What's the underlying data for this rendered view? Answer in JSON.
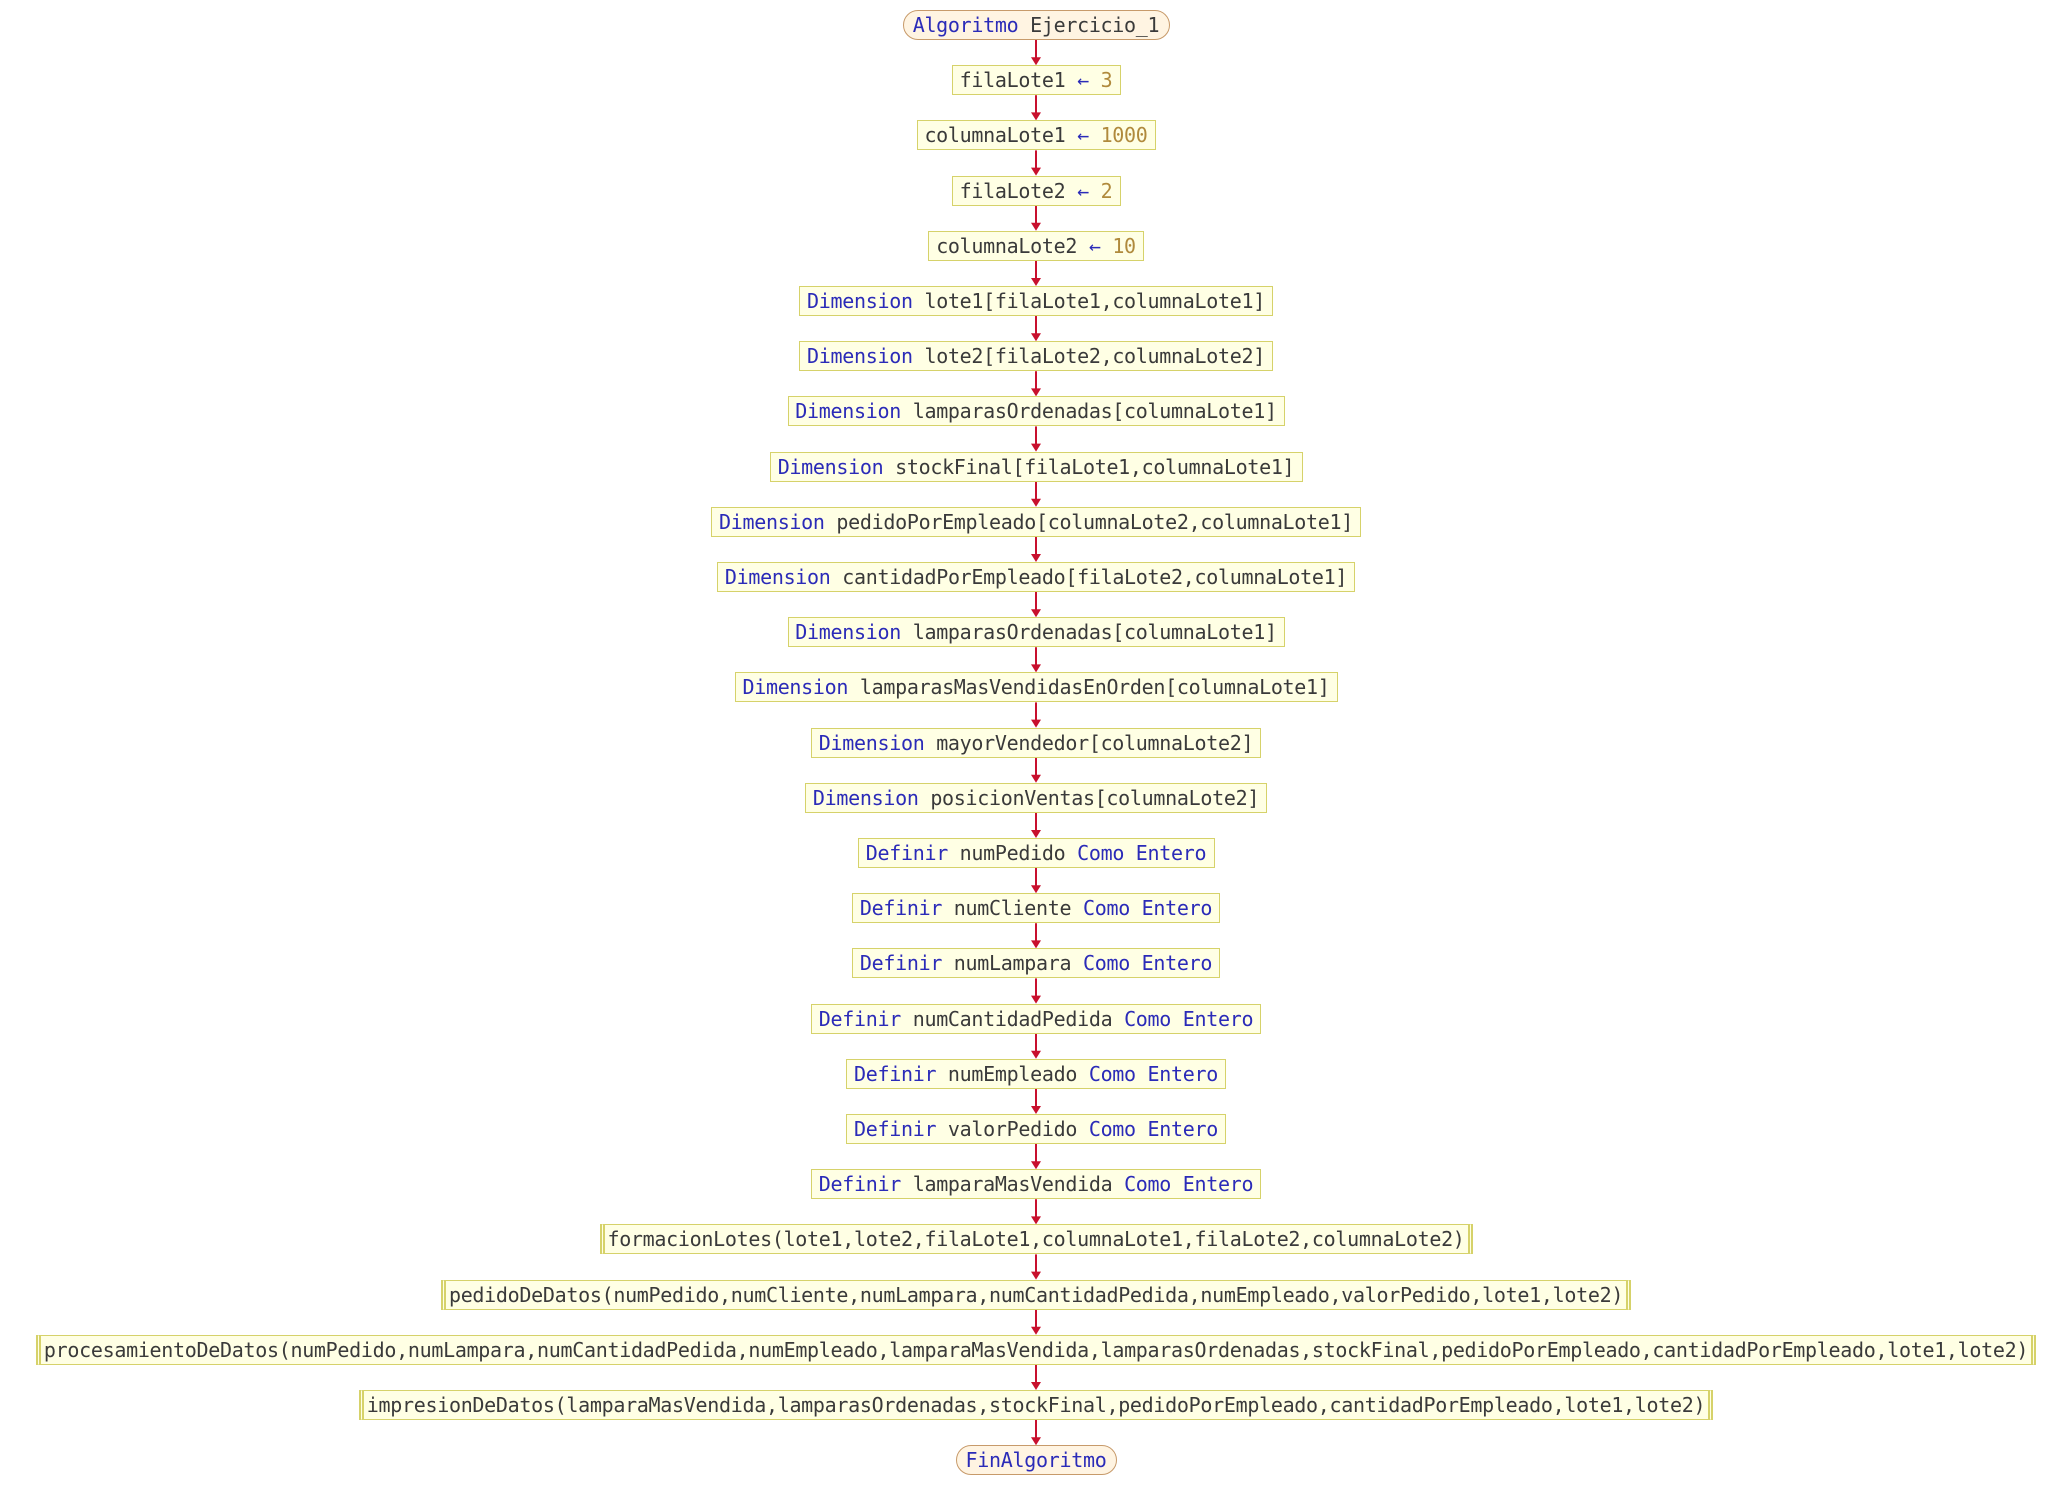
{
  "diagram": {
    "colors": {
      "keyword": "#2b2bb8",
      "number": "#b08a3c",
      "text": "#3a3a3a",
      "edge": "#c8102e",
      "box_border": "#d6d26a",
      "box_fill": "#ffffe4"
    },
    "nodes": [
      {
        "type": "terminal",
        "parts": [
          {
            "t": "Algoritmo",
            "c": "kw"
          },
          {
            "t": " Ejercicio_1",
            "c": "txt"
          }
        ]
      },
      {
        "type": "assign",
        "parts": [
          {
            "t": "filaLote1 ",
            "c": "txt"
          },
          {
            "t": "←",
            "c": "arrowop"
          },
          {
            "t": " 3",
            "c": "num"
          }
        ]
      },
      {
        "type": "assign",
        "parts": [
          {
            "t": "columnaLote1 ",
            "c": "txt"
          },
          {
            "t": "←",
            "c": "arrowop"
          },
          {
            "t": " 1000",
            "c": "num"
          }
        ]
      },
      {
        "type": "assign",
        "parts": [
          {
            "t": "filaLote2 ",
            "c": "txt"
          },
          {
            "t": "←",
            "c": "arrowop"
          },
          {
            "t": " 2",
            "c": "num"
          }
        ]
      },
      {
        "type": "assign",
        "parts": [
          {
            "t": "columnaLote2 ",
            "c": "txt"
          },
          {
            "t": "←",
            "c": "arrowop"
          },
          {
            "t": " 10",
            "c": "num"
          }
        ]
      },
      {
        "type": "process",
        "parts": [
          {
            "t": "Dimension",
            "c": "kw"
          },
          {
            "t": " lote1[filaLote1,columnaLote1]",
            "c": "txt"
          }
        ]
      },
      {
        "type": "process",
        "parts": [
          {
            "t": "Dimension",
            "c": "kw"
          },
          {
            "t": " lote2[filaLote2,columnaLote2]",
            "c": "txt"
          }
        ]
      },
      {
        "type": "process",
        "parts": [
          {
            "t": "Dimension",
            "c": "kw"
          },
          {
            "t": " lamparasOrdenadas[columnaLote1]",
            "c": "txt"
          }
        ]
      },
      {
        "type": "process",
        "parts": [
          {
            "t": "Dimension",
            "c": "kw"
          },
          {
            "t": " stockFinal[filaLote1,columnaLote1]",
            "c": "txt"
          }
        ]
      },
      {
        "type": "process",
        "parts": [
          {
            "t": "Dimension",
            "c": "kw"
          },
          {
            "t": " pedidoPorEmpleado[columnaLote2,columnaLote1]",
            "c": "txt"
          }
        ]
      },
      {
        "type": "process",
        "parts": [
          {
            "t": "Dimension",
            "c": "kw"
          },
          {
            "t": " cantidadPorEmpleado[filaLote2,columnaLote1]",
            "c": "txt"
          }
        ]
      },
      {
        "type": "process",
        "parts": [
          {
            "t": "Dimension",
            "c": "kw"
          },
          {
            "t": " lamparasOrdenadas[columnaLote1]",
            "c": "txt"
          }
        ]
      },
      {
        "type": "process",
        "parts": [
          {
            "t": "Dimension",
            "c": "kw"
          },
          {
            "t": " lamparasMasVendidasEnOrden[columnaLote1]",
            "c": "txt"
          }
        ]
      },
      {
        "type": "process",
        "parts": [
          {
            "t": "Dimension",
            "c": "kw"
          },
          {
            "t": " mayorVendedor[columnaLote2]",
            "c": "txt"
          }
        ]
      },
      {
        "type": "process",
        "parts": [
          {
            "t": "Dimension",
            "c": "kw"
          },
          {
            "t": " posicionVentas[columnaLote2]",
            "c": "txt"
          }
        ]
      },
      {
        "type": "process",
        "parts": [
          {
            "t": "Definir",
            "c": "kw"
          },
          {
            "t": " numPedido ",
            "c": "txt"
          },
          {
            "t": "Como Entero",
            "c": "kw"
          }
        ]
      },
      {
        "type": "process",
        "parts": [
          {
            "t": "Definir",
            "c": "kw"
          },
          {
            "t": " numCliente ",
            "c": "txt"
          },
          {
            "t": "Como Entero",
            "c": "kw"
          }
        ]
      },
      {
        "type": "process",
        "parts": [
          {
            "t": "Definir",
            "c": "kw"
          },
          {
            "t": " numLampara ",
            "c": "txt"
          },
          {
            "t": "Como Entero",
            "c": "kw"
          }
        ]
      },
      {
        "type": "process",
        "parts": [
          {
            "t": "Definir",
            "c": "kw"
          },
          {
            "t": " numCantidadPedida ",
            "c": "txt"
          },
          {
            "t": "Como Entero",
            "c": "kw"
          }
        ]
      },
      {
        "type": "process",
        "parts": [
          {
            "t": "Definir",
            "c": "kw"
          },
          {
            "t": " numEmpleado ",
            "c": "txt"
          },
          {
            "t": "Como Entero",
            "c": "kw"
          }
        ]
      },
      {
        "type": "process",
        "parts": [
          {
            "t": "Definir",
            "c": "kw"
          },
          {
            "t": " valorPedido ",
            "c": "txt"
          },
          {
            "t": "Como Entero",
            "c": "kw"
          }
        ]
      },
      {
        "type": "process",
        "parts": [
          {
            "t": "Definir",
            "c": "kw"
          },
          {
            "t": " lamparaMasVendida ",
            "c": "txt"
          },
          {
            "t": "Como Entero",
            "c": "kw"
          }
        ]
      },
      {
        "type": "call",
        "parts": [
          {
            "t": "formacionLotes(lote1,lote2,filaLote1,columnaLote1,filaLote2,columnaLote2)",
            "c": "txt"
          }
        ]
      },
      {
        "type": "call",
        "parts": [
          {
            "t": "pedidoDeDatos(numPedido,numCliente,numLampara,numCantidadPedida,numEmpleado,valorPedido,lote1,lote2)",
            "c": "txt"
          }
        ]
      },
      {
        "type": "call",
        "parts": [
          {
            "t": "procesamientoDeDatos(numPedido,numLampara,numCantidadPedida,numEmpleado,lamparaMasVendida,lamparasOrdenadas,stockFinal,pedidoPorEmpleado,cantidadPorEmpleado,lote1,lote2)",
            "c": "txt"
          }
        ]
      },
      {
        "type": "call",
        "parts": [
          {
            "t": "impresionDeDatos(lamparaMasVendida,lamparasOrdenadas,stockFinal,pedidoPorEmpleado,cantidadPorEmpleado,lote1,lote2)",
            "c": "txt"
          }
        ]
      },
      {
        "type": "terminal",
        "parts": [
          {
            "t": "FinAlgoritmo",
            "c": "kw"
          }
        ]
      }
    ]
  }
}
